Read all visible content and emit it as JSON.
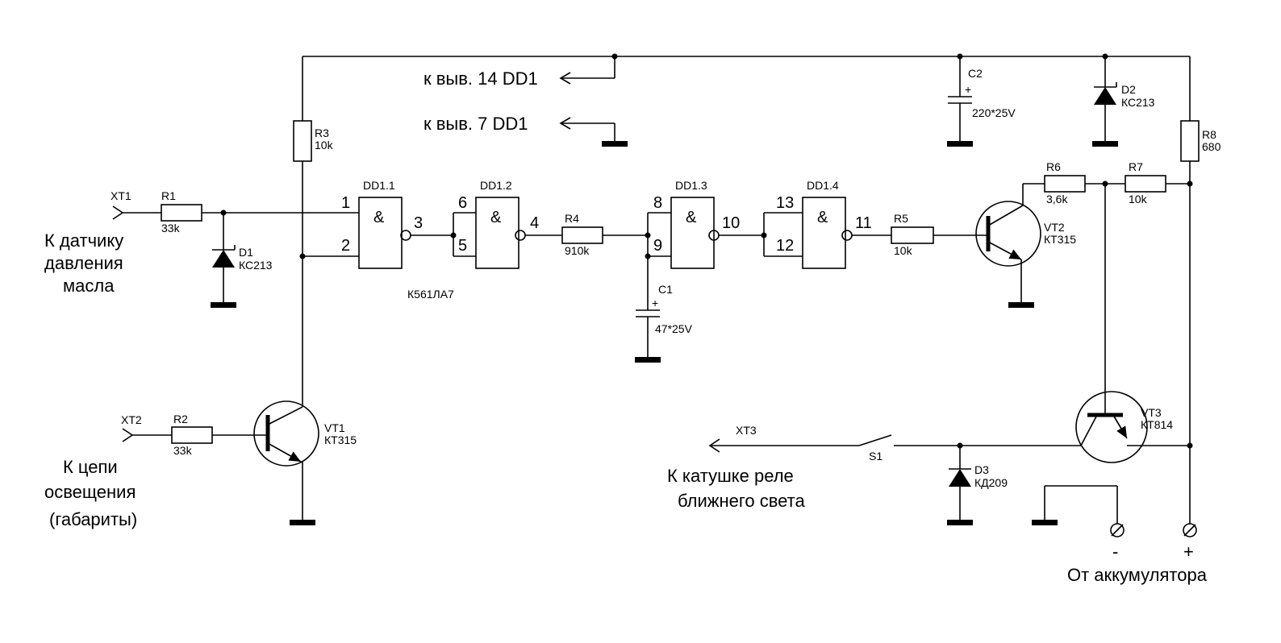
{
  "diagram": {
    "gates": [
      {
        "ref": "DD1.1",
        "symbol": "&",
        "in": [
          "1",
          "2"
        ],
        "out": "3"
      },
      {
        "ref": "DD1.2",
        "symbol": "&",
        "in": [
          "6",
          "5"
        ],
        "out": "4"
      },
      {
        "ref": "DD1.3",
        "symbol": "&",
        "in": [
          "8",
          "9"
        ],
        "out": "10"
      },
      {
        "ref": "DD1.4",
        "symbol": "&",
        "in": [
          "13",
          "12"
        ],
        "out": "11"
      }
    ],
    "chip_type": "К561ЛА7",
    "resistors": [
      {
        "ref": "R1",
        "value": "33k"
      },
      {
        "ref": "R2",
        "value": "33k"
      },
      {
        "ref": "R3",
        "value": "10k"
      },
      {
        "ref": "R4",
        "value": "910k"
      },
      {
        "ref": "R5",
        "value": "10k"
      },
      {
        "ref": "R6",
        "value": "3,6k"
      },
      {
        "ref": "R7",
        "value": "10k"
      },
      {
        "ref": "R8",
        "value": "680"
      }
    ],
    "capacitors": [
      {
        "ref": "C1",
        "value": "47*25V",
        "polarity": "+"
      },
      {
        "ref": "C2",
        "value": "220*25V",
        "polarity": "+"
      }
    ],
    "diodes": [
      {
        "ref": "D1",
        "type": "КС213"
      },
      {
        "ref": "D2",
        "type": "КС213"
      },
      {
        "ref": "D3",
        "type": "КД209"
      }
    ],
    "transistors": [
      {
        "ref": "VT1",
        "type": "КТ315"
      },
      {
        "ref": "VT2",
        "type": "КТ315"
      },
      {
        "ref": "VT3",
        "type": "КТ814"
      }
    ],
    "connectors": [
      "XT1",
      "XT2",
      "XT3"
    ],
    "switch": "S1",
    "power_notes": [
      "к выв. 14 DD1",
      "к выв. 7  DD1"
    ],
    "captions": {
      "xt1": [
        "К датчику",
        "давления",
        "масла"
      ],
      "xt2": [
        "К цепи",
        "освещения",
        "(габариты)"
      ],
      "xt3": [
        "К катушке реле",
        "ближнего света"
      ],
      "battery": "От аккумулятора"
    },
    "terminals": {
      "minus": "-",
      "plus": "+"
    }
  }
}
